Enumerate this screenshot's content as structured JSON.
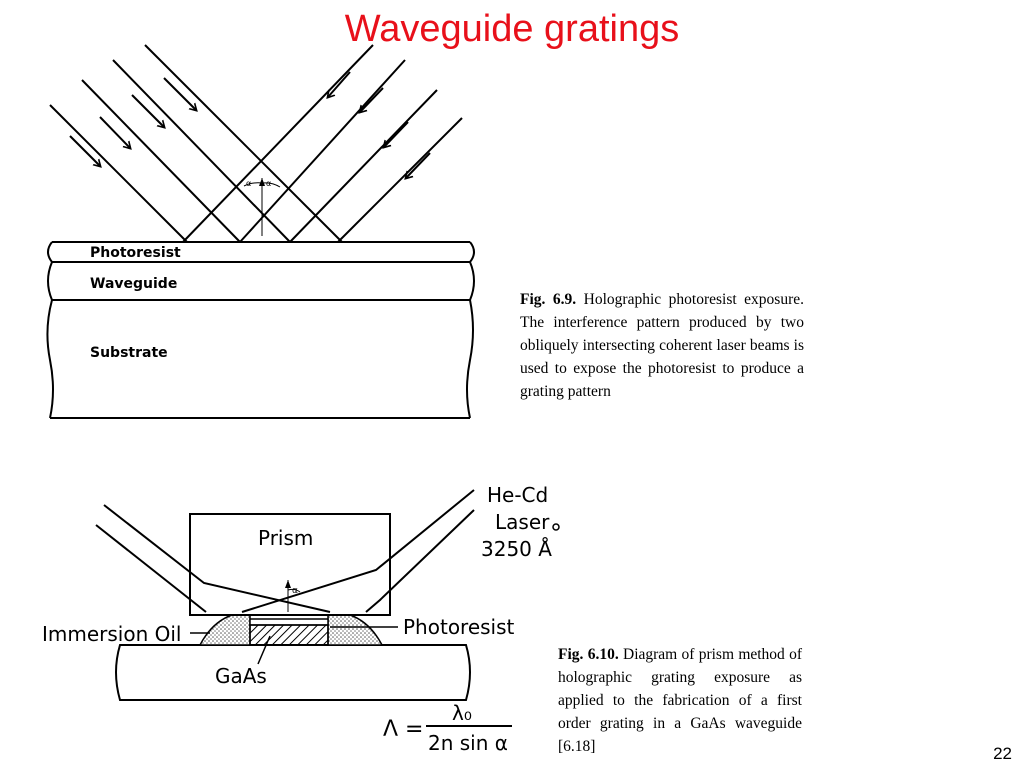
{
  "slide": {
    "title": "Waveguide gratings",
    "page_number": "22"
  },
  "figure_6_9": {
    "layers": [
      "Photoresist",
      "Waveguide",
      "Substrate"
    ],
    "angle_label": "α",
    "caption_label": "Fig. 6.9.",
    "caption_text": "Holographic photoresist exposure. The interference pattern produced by two obliquely intersecting coherent laser beams is used to expose the photoresist to produce a grating pattern"
  },
  "figure_6_10": {
    "labels": {
      "prism": "Prism",
      "laser_line1": "He-Cd",
      "laser_line2": "Laser",
      "laser_line3": "3250 Å",
      "immersion_oil": "Immersion Oil",
      "photoresist": "Photoresist",
      "gaas": "GaAs",
      "angle": "α"
    },
    "formula": {
      "lhs": "Λ =",
      "numerator": "λ₀",
      "denominator": "2n sin α"
    },
    "caption_label": "Fig. 6.10.",
    "caption_text": "Diagram of prism method of holographic grating exposure as applied to the fabrication of a first order grating in a GaAs waveguide [6.18]"
  }
}
